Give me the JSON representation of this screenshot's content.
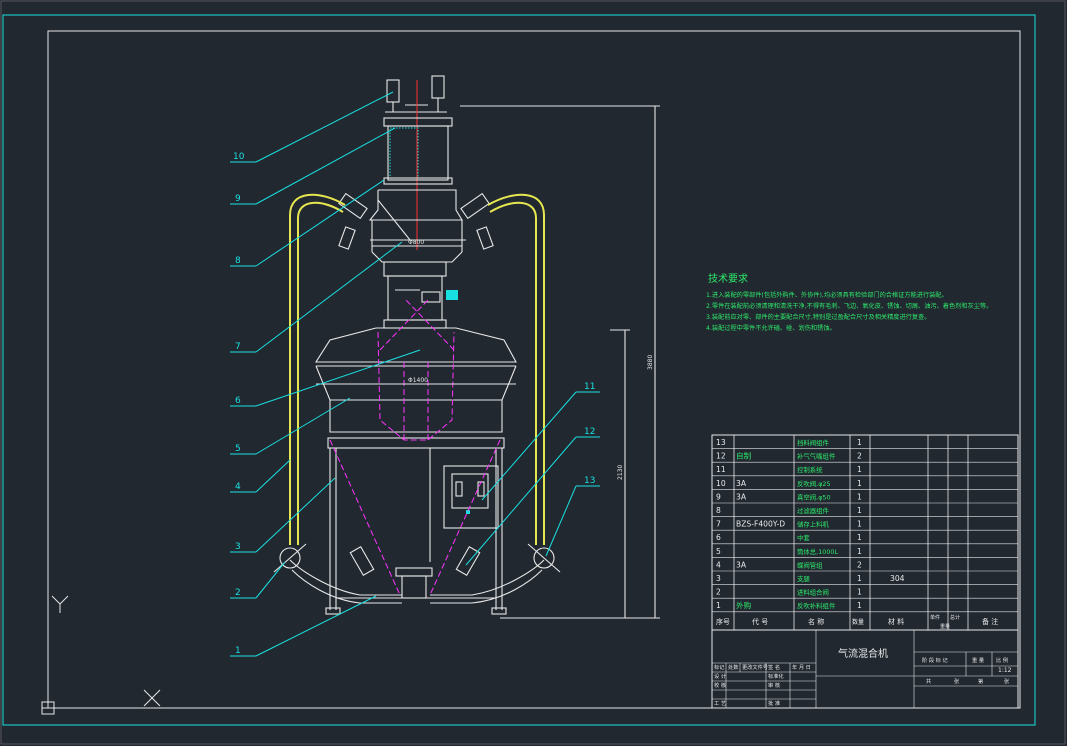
{
  "title_block": {
    "drawing_title": "气流混合机",
    "scale": "1:12"
  },
  "tech_requirements": {
    "heading": "技术要求",
    "lines": [
      "1.进入装配的零部件(包括外购件、外协件),均必须具有检验部门的合格证方能进行装配。",
      "2.零件在装配前必须清理和清洗干净,不得有毛刺、飞边、氧化皮、锈蚀、切屑、油污、着色剂和灰尘等。",
      "3.装配前应对零、部件的主要配合尺寸,特别是过盈配合尺寸及相关精度进行复查。",
      "4.装配过程中零件不允许磕、碰、划伤和锈蚀。"
    ]
  },
  "dimensions": {
    "diameter_top": "Φ800",
    "diameter_bottom": "Φ1400",
    "height_total": "3880",
    "height_lower": "2130"
  },
  "leader_numbers": [
    "1",
    "2",
    "3",
    "4",
    "5",
    "6",
    "7",
    "8",
    "9",
    "10",
    "11",
    "12",
    "13"
  ],
  "bom": {
    "rows": [
      {
        "no": "13",
        "code": "",
        "name": "挡料阀组件",
        "qty": "1",
        "material": "",
        "note": ""
      },
      {
        "no": "12",
        "code": "自制",
        "name": "补气气嘴组件",
        "qty": "2",
        "material": "",
        "note": ""
      },
      {
        "no": "11",
        "code": "",
        "name": "控制系统",
        "qty": "1",
        "material": "",
        "note": ""
      },
      {
        "no": "10",
        "code": "3A",
        "name": "反吹阀,φ25",
        "qty": "1",
        "material": "",
        "note": ""
      },
      {
        "no": "9",
        "code": "3A",
        "name": "真空阀,φ50",
        "qty": "1",
        "material": "",
        "note": ""
      },
      {
        "no": "8",
        "code": "",
        "name": "过滤器组件",
        "qty": "1",
        "material": "",
        "note": ""
      },
      {
        "no": "7",
        "code": "BZS-F400Y-D",
        "name": "储存上料机",
        "qty": "1",
        "material": "",
        "note": ""
      },
      {
        "no": "6",
        "code": "",
        "name": "中套",
        "qty": "1",
        "material": "",
        "note": ""
      },
      {
        "no": "5",
        "code": "",
        "name": "筒体总,1000L",
        "qty": "1",
        "material": "",
        "note": ""
      },
      {
        "no": "4",
        "code": "3A",
        "name": "蝶阀管组",
        "qty": "2",
        "material": "",
        "note": ""
      },
      {
        "no": "3",
        "code": "",
        "name": "支腿",
        "qty": "1",
        "material": "304",
        "note": ""
      },
      {
        "no": "2",
        "code": "",
        "name": "进料组合阀",
        "qty": "1",
        "material": "",
        "note": ""
      },
      {
        "no": "1",
        "code": "外购",
        "name": "反吹补料组件",
        "qty": "1",
        "material": "",
        "note": ""
      }
    ],
    "header": {
      "no": "序号",
      "code": "代 号",
      "name": "名 称",
      "qty": "数量",
      "material": "材 料",
      "unit": "单件",
      "total": "总计",
      "weight": "重量",
      "note": "备 注"
    }
  },
  "signatures": {
    "labels": [
      "标记",
      "处数",
      "更改文件号",
      "签 名",
      "年 月 日",
      "设 计",
      "标准化",
      "校 核",
      "审 核",
      "工 艺",
      "批 准"
    ],
    "stage_headers": [
      "阶 段 标 记",
      "重 量",
      "比 例"
    ],
    "sheet_labels": [
      "共",
      "张",
      "第",
      "张"
    ]
  },
  "colors": {
    "frame": "#19e0e0",
    "lines": "#e8e8e8",
    "hidden": "#ff33ff",
    "hose": "#e6e650",
    "text_cn": "#2ee86a",
    "background": "#212830"
  }
}
